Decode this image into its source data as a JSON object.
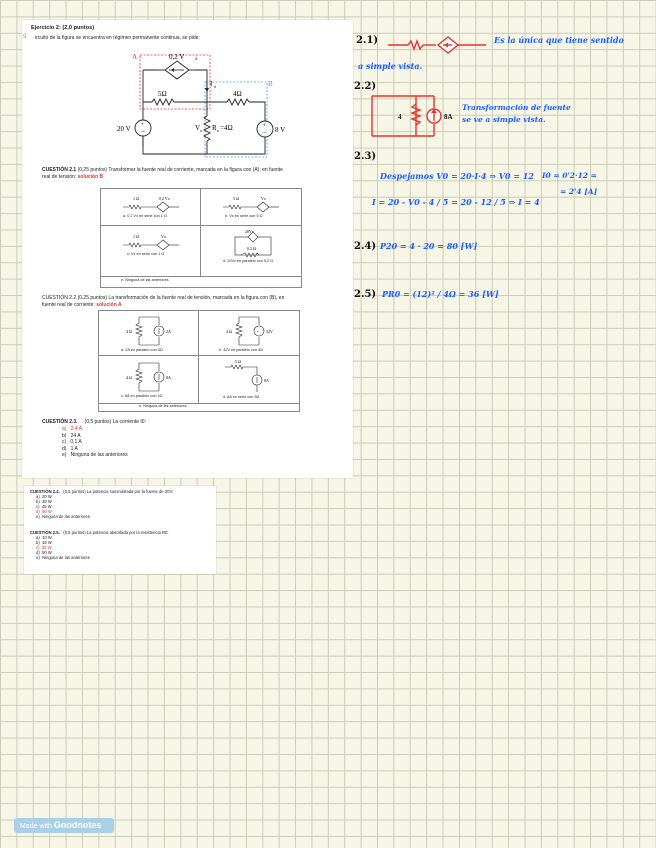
{
  "exercise": {
    "title": "Ejercicio 2: (2,0 puntos)",
    "intro": "ircuito de la figura se encuentra en régimen permanente continua, se pide:",
    "page_marker": "9",
    "circuit": {
      "label_a": "A",
      "label_b": "B",
      "dep_source": "0,2 V",
      "dep_source_sub": "x",
      "r_left": "5Ω",
      "r_right": "4Ω",
      "r_mid": "R",
      "r_mid_sub": "o",
      "r_mid_val": "=4Ω",
      "vx": "V",
      "vx_sub": "x",
      "current": "I",
      "current_sub": "o",
      "v_left": "20 V",
      "v_right": "8 V"
    }
  },
  "q21": {
    "prefix": "CUESTIÓN 2.1",
    "text": "(0,25 puntos) Transformar la fuente real de corriente, marcada en la figura con (A), en fuente",
    "text2": "real de tensión:",
    "solution": "solución B",
    "options": [
      {
        "caption": "a.  0,2 Vx en serie con 1 Ω",
        "top_res": "1 Ω",
        "top_src": "0,2 Vx"
      },
      {
        "caption": "b.  Vx en serie con 5 Ω",
        "top_res": "5 Ω",
        "top_src": "Vx"
      },
      {
        "caption": "c.  Vx en serie con 1 Ω",
        "top_res": "1 Ω",
        "top_src": "Vx"
      },
      {
        "caption": "d.  20Vx en paralelo con 0,2 Ω",
        "top_res": "0,2 Ω",
        "top_src": "20Vx"
      }
    ],
    "none": "e.  Ninguna de las anteriores"
  },
  "q22": {
    "prefix": "CUESTIÓN 2.2",
    "text": "(0,25 puntos) La transformación de la fuente real de tensión, marcada en la figura con (B), en",
    "text2": "fuente real de corriente:",
    "solution": "solución A",
    "options": [
      {
        "caption": "a.  2A en paralelo con 4Ω",
        "res": "4 Ω",
        "src": "2A"
      },
      {
        "caption": "b. 32V en paralelo con 4Ω",
        "res": "4 Ω",
        "src": "32V"
      },
      {
        "caption": "c.  8A en paralelo con 4Ω",
        "res": "4 Ω",
        "src": "8A"
      },
      {
        "caption": "d. 8A en serie con 5Ω",
        "res": "5 Ω",
        "src": "8A"
      }
    ],
    "none": "e.  Ninguna de las anteriores"
  },
  "q23": {
    "prefix": "CUESTIÓN 2.3.",
    "text": "(0,5 puntos) La corriente I0:",
    "options": [
      {
        "letter": "a)",
        "text": "2,4 A",
        "red": true
      },
      {
        "letter": "b)",
        "text": "24 A",
        "red": false
      },
      {
        "letter": "c)",
        "text": "0,1 A",
        "red": false
      },
      {
        "letter": "d)",
        "text": "1 A",
        "red": false
      },
      {
        "letter": "e)",
        "text": "Ninguna de las anteriores",
        "red": false
      }
    ]
  },
  "q24": {
    "prefix": "CUESTIÓN 2.4.",
    "text": "(0,5 puntos) La potencia suministrada por la fuente de 20V:",
    "options": [
      {
        "letter": "a)",
        "text": "20 W",
        "red": false
      },
      {
        "letter": "b)",
        "text": "40 W",
        "red": false
      },
      {
        "letter": "c)",
        "text": "45 W",
        "red": false
      },
      {
        "letter": "d)",
        "text": "80 W",
        "red": true
      },
      {
        "letter": "e)",
        "text": "Ninguna de las anteriores",
        "red": false
      }
    ]
  },
  "q25": {
    "prefix": "CUESTIÓN 2.5.",
    "text": "(0,5 puntos) La potencia absorbida por la resistencia R0:",
    "options": [
      {
        "letter": "a)",
        "text": "10 W",
        "red": false
      },
      {
        "letter": "b)",
        "text": "16 W",
        "red": false
      },
      {
        "letter": "c)",
        "text": "36 W",
        "red": true
      },
      {
        "letter": "d)",
        "text": "50 W",
        "red": false
      },
      {
        "letter": "e)",
        "text": "Ninguna de las anteriores",
        "red": false
      }
    ]
  },
  "notes": {
    "n21": "2.1)",
    "n21_text": "Es la única que tiene sentido",
    "n21_text2": "a simple vista.",
    "n22": "2.2)",
    "n22_res": "4",
    "n22_src": "8A",
    "n22_text": "Transformación de fuente",
    "n22_text2": "se ve a simple vista.",
    "n23": "2.3)",
    "n23_l1": "Despejamos  V0 = 20·I·4  ⇒  V0 = 12",
    "n23_l1b": "I0 = 0'2·12 =",
    "n23_l1c": "= 2'4 [A]",
    "n23_l2": "I = 20 - V0 - 4 / 5  = 20 - 12 / 5  ⇒  I = 4",
    "n24": "2.4)",
    "n24_l1": "P20 = 4 · 20 = 80 [W]",
    "n25": "2.5)",
    "n25_l1": "PR0 = (12)² / 4Ω = 36 [W]"
  },
  "footer": {
    "badge_prefix": "Made with",
    "badge_brand": "Goodnotes"
  }
}
